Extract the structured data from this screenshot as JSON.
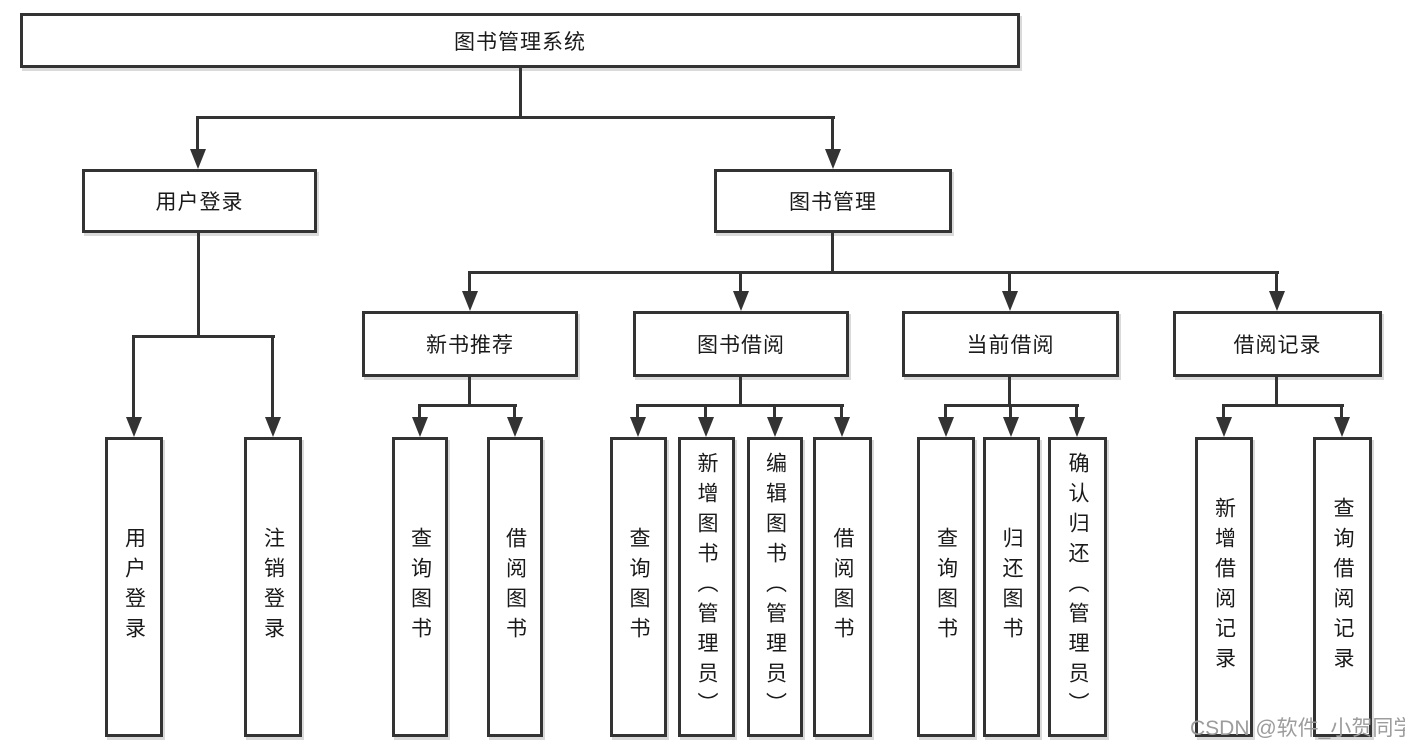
{
  "diagram_title": "图书管理系统",
  "nodes": {
    "root": "图书管理系统",
    "level2": [
      "用户登录",
      "图书管理"
    ],
    "level3": [
      "新书推荐",
      "图书借阅",
      "当前借阅",
      "借阅记录"
    ],
    "leaves": [
      [
        "用户登录",
        "注销登录"
      ],
      [
        "查询图书",
        "借阅图书"
      ],
      [
        "查询图书",
        "新增图书（管理员）",
        "编辑图书（管理员）",
        "借阅图书"
      ],
      [
        "查询图书",
        "归还图书",
        "确认归还（管理员）"
      ],
      [
        "新增借阅记录",
        "查询借阅记录"
      ]
    ]
  },
  "watermark": "CSDN @软件_小贺同学",
  "colors": {
    "line": "#333333",
    "text": "#1a1a1a",
    "watermark": "#9c9c9c",
    "background": "#ffffff"
  }
}
